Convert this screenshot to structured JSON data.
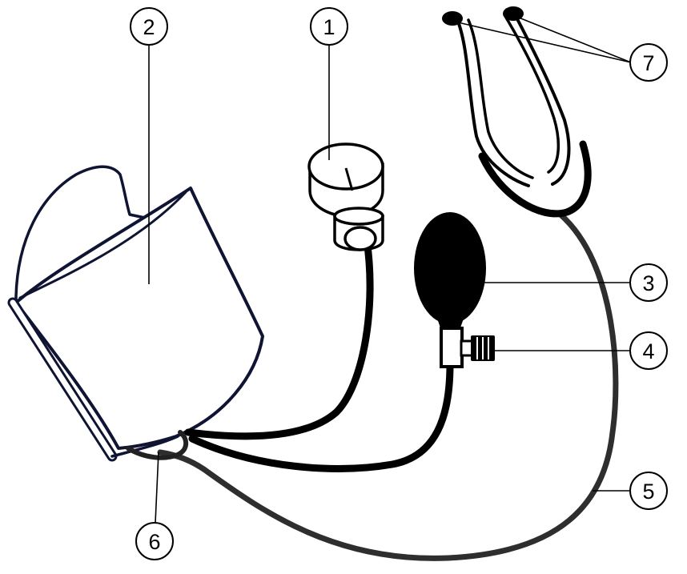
{
  "diagram": {
    "labels": {
      "manometer": "1",
      "cuff": "2",
      "bulb": "3",
      "valve": "4",
      "stethoscope_tube": "5",
      "cuff_tubes": "6",
      "earpieces": "7"
    }
  },
  "colors": {
    "stroke": "#000000",
    "cuff_outline": "#0f1433",
    "tube_gray": "#2e2e2e",
    "background": "#ffffff"
  }
}
